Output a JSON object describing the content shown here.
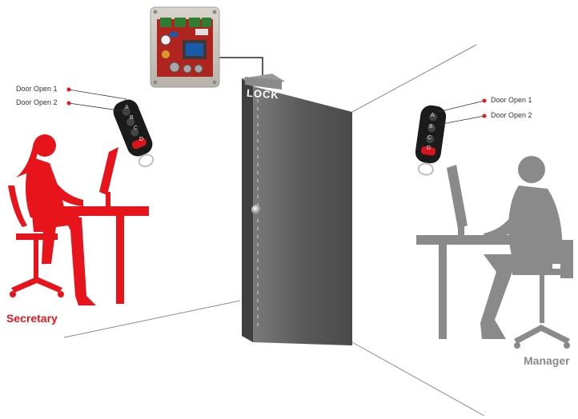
{
  "colors": {
    "secretary": "#e8141b",
    "manager": "#8a8a8a",
    "door_front": "#5f5f5f",
    "door_edge": "#3f3f3f",
    "floor_lines": "#888888",
    "remote_body": "#1b1b1b",
    "remote_red_button": "#d8151c",
    "board": "#c9c5bd",
    "wire": "#000000",
    "label_dot": "#e8141b"
  },
  "icons": {
    "controller": "relay-controller-board-icon",
    "remote": "key-fob-remote-icon",
    "secretary": "seated-woman-at-computer-icon",
    "manager": "seated-man-at-computer-icon",
    "door": "door-icon",
    "door_knob": "door-knob-icon"
  },
  "lock_label": "LOCK",
  "secretary": {
    "role_label": "Secretary",
    "remote_labels": [
      "Door Open 1",
      "Door Open 2"
    ]
  },
  "manager": {
    "role_label": "Manager",
    "remote_labels": [
      "Door Open 1",
      "Door Open 2"
    ]
  },
  "remote_buttons": [
    "A",
    "B",
    "C",
    "D"
  ]
}
